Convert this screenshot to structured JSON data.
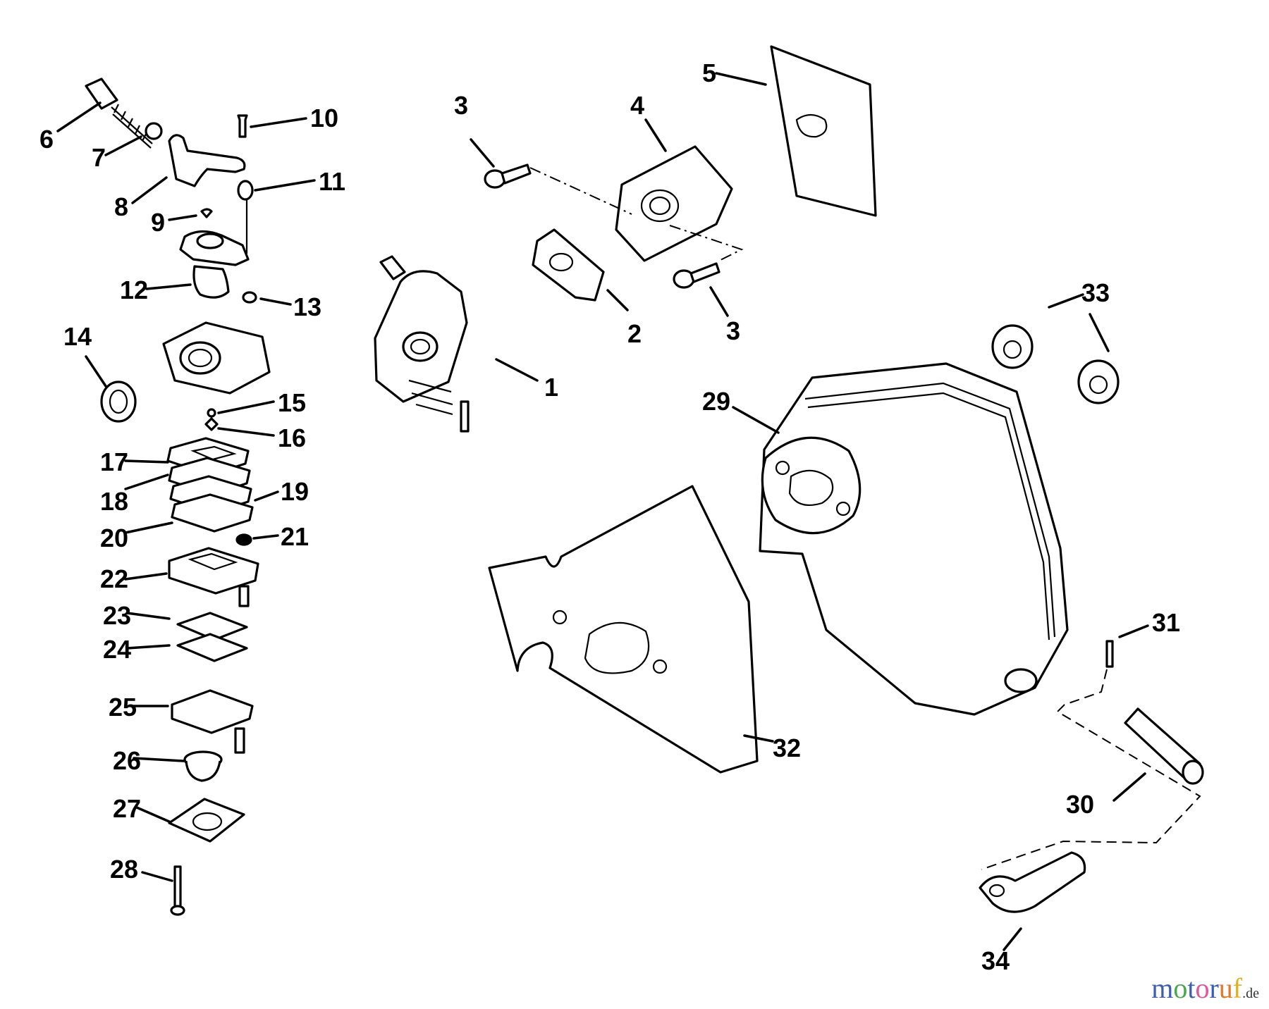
{
  "diagram": {
    "title": "Carburetor and Muffler Exploded Parts Diagram",
    "callouts": [
      {
        "id": "1",
        "text": "1"
      },
      {
        "id": "2",
        "text": "2"
      },
      {
        "id": "3a",
        "text": "3"
      },
      {
        "id": "3b",
        "text": "3"
      },
      {
        "id": "4",
        "text": "4"
      },
      {
        "id": "5",
        "text": "5"
      },
      {
        "id": "6",
        "text": "6"
      },
      {
        "id": "7",
        "text": "7"
      },
      {
        "id": "8",
        "text": "8"
      },
      {
        "id": "9",
        "text": "9"
      },
      {
        "id": "10",
        "text": "10"
      },
      {
        "id": "11",
        "text": "11"
      },
      {
        "id": "12",
        "text": "12"
      },
      {
        "id": "13",
        "text": "13"
      },
      {
        "id": "14",
        "text": "14"
      },
      {
        "id": "15",
        "text": "15"
      },
      {
        "id": "16",
        "text": "16"
      },
      {
        "id": "17",
        "text": "17"
      },
      {
        "id": "18",
        "text": "18"
      },
      {
        "id": "19",
        "text": "19"
      },
      {
        "id": "20",
        "text": "20"
      },
      {
        "id": "21",
        "text": "21"
      },
      {
        "id": "22",
        "text": "22"
      },
      {
        "id": "23",
        "text": "23"
      },
      {
        "id": "24",
        "text": "24"
      },
      {
        "id": "25",
        "text": "25"
      },
      {
        "id": "26",
        "text": "26"
      },
      {
        "id": "27",
        "text": "27"
      },
      {
        "id": "28",
        "text": "28"
      },
      {
        "id": "29",
        "text": "29"
      },
      {
        "id": "30",
        "text": "30"
      },
      {
        "id": "31",
        "text": "31"
      },
      {
        "id": "32",
        "text": "32"
      },
      {
        "id": "33",
        "text": "33"
      },
      {
        "id": "34",
        "text": "34"
      }
    ]
  },
  "watermark": {
    "letters": [
      {
        "ch": "m",
        "color": "#3a5fb0"
      },
      {
        "ch": "o",
        "color": "#4aa84a"
      },
      {
        "ch": "t",
        "color": "#3a5fb0"
      },
      {
        "ch": "o",
        "color": "#e0569a"
      },
      {
        "ch": "r",
        "color": "#3a5fb0"
      },
      {
        "ch": "u",
        "color": "#e07a2a"
      },
      {
        "ch": "f",
        "color": "#e0b020"
      }
    ],
    "tld": ".de"
  }
}
